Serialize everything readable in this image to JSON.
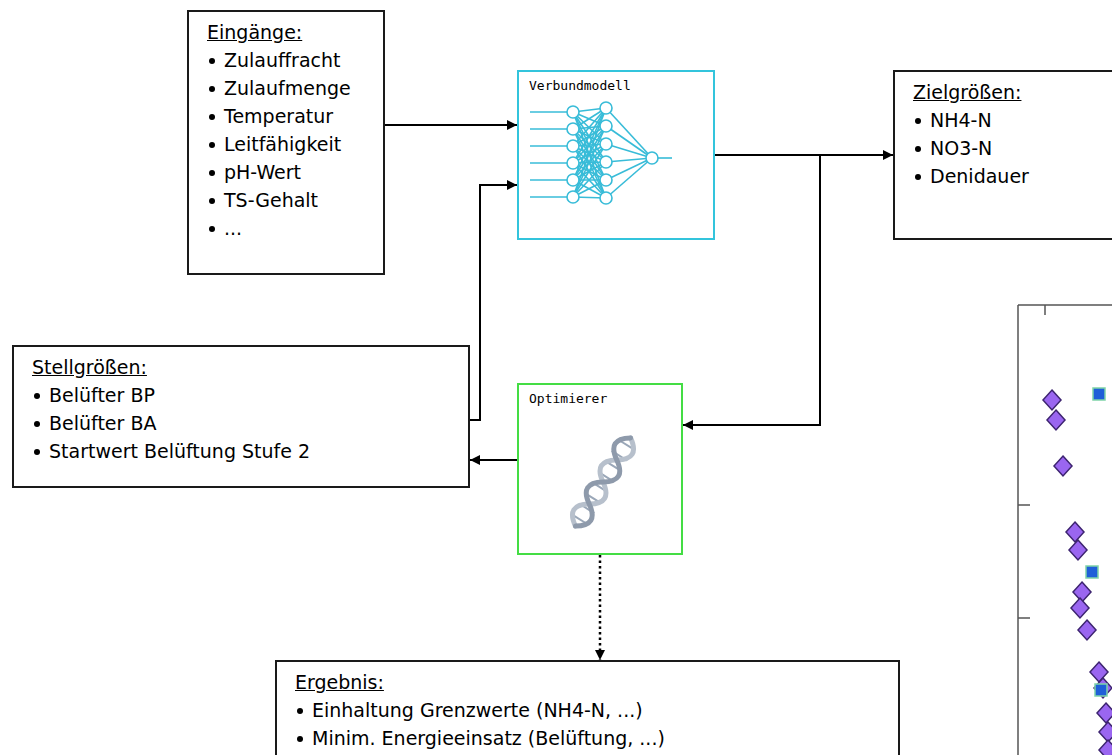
{
  "diagram": {
    "nodes": [
      {
        "text": [
          "Eingänge:",
          "Zulauffracht",
          "Zulaufmenge",
          "Temperatur",
          "Leitfähigkeit",
          "pH-Wert",
          "TS-Gehalt",
          "..."
        ]
      },
      {
        "text": [
          "Verbundmodell"
        ]
      },
      {
        "text": [
          "Zielgrößen:",
          "NH4-N",
          "NO3-N",
          "Denidauer"
        ]
      },
      {
        "text": [
          "Stellgrößen:",
          "Belüfter BP",
          "Belüfter BA",
          "Startwert Belüftung Stufe 2"
        ]
      },
      {
        "text": [
          "Optimierer"
        ]
      },
      {
        "text": [
          "Ergebnis:",
          "Einhaltung Grenzwerte (NH4-N, ...)",
          "Minim. Energieeinsatz (Belüftung, ...)"
        ]
      }
    ],
    "edges": [
      {
        "from": 0,
        "to": 1,
        "arrow": "to"
      },
      {
        "from": 3,
        "to": 1,
        "arrow": "to"
      },
      {
        "from": 1,
        "to": 2,
        "arrow": "to"
      },
      {
        "from": 1,
        "to": 4,
        "arrow": "to"
      },
      {
        "from": 4,
        "to": 3,
        "arrow": "to"
      },
      {
        "from": 4,
        "to": 5,
        "arrow": "to"
      }
    ]
  }
}
